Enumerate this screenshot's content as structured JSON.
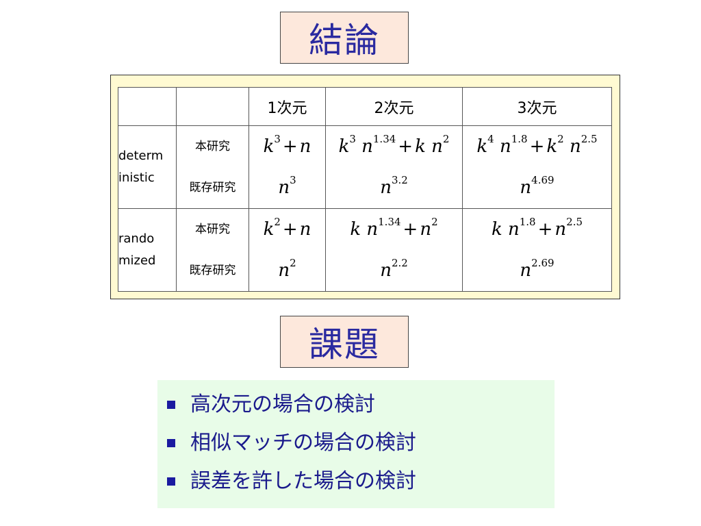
{
  "conclusion_title": "結論",
  "table": {
    "headers": [
      "",
      "",
      "1次元",
      "2次元",
      "3次元"
    ],
    "groups": [
      {
        "label_lines": [
          "determ",
          "inistic"
        ],
        "rows": [
          {
            "source": "本研究",
            "d1": "k^3 + n",
            "d2": "k^3 n^1.34 + k n^2",
            "d3": "k^4 n^1.8 + k^2 n^2.5"
          },
          {
            "source": "既存研究",
            "d1": "n^3",
            "d2": "n^3.2",
            "d3": "n^4.69"
          }
        ]
      },
      {
        "label_lines": [
          "rando",
          "mized"
        ],
        "rows": [
          {
            "source": "本研究",
            "d1": "k^2 + n",
            "d2": "k n^1.34 + n^2",
            "d3": "k n^1.8 + n^2.5"
          },
          {
            "source": "既存研究",
            "d1": "n^2",
            "d2": "n^2.2",
            "d3": "n^2.69"
          }
        ]
      }
    ]
  },
  "issues_title": "課題",
  "issues": [
    "高次元の場合の検討",
    "相似マッチの場合の検討",
    "誤差を許した場合の検討"
  ],
  "colors": {
    "title_bg": "#fde8dc",
    "title_text": "#2a2aa0",
    "table_frame_bg": "#fffad2",
    "issues_bg": "#e8fce8",
    "issues_text": "#1a1a8c"
  }
}
